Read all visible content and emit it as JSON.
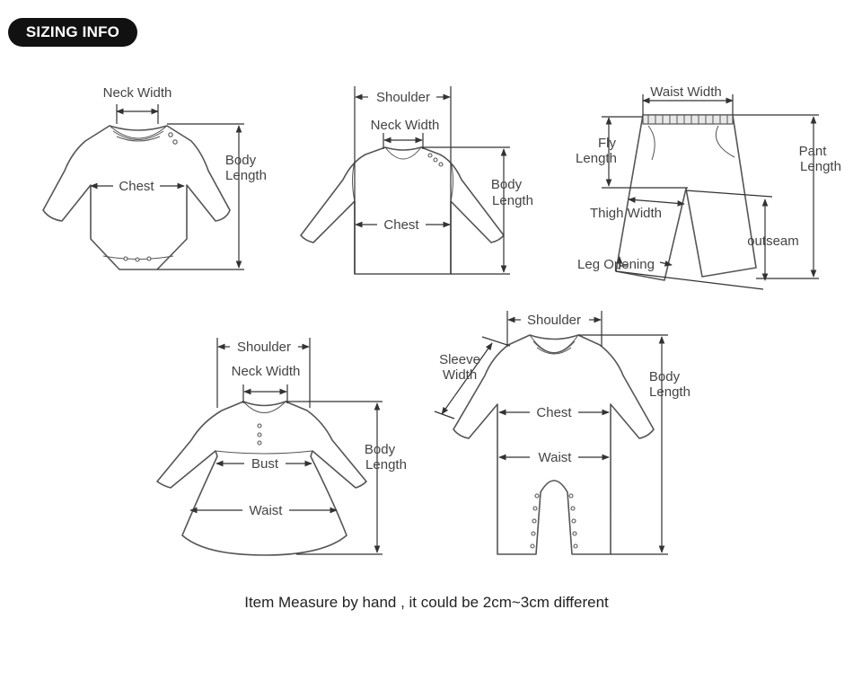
{
  "header": {
    "badge": "SIZING INFO"
  },
  "garments": {
    "bodysuit": {
      "neck_width": "Neck Width",
      "chest": "Chest",
      "body_length_1": "Body",
      "body_length_2": "Length"
    },
    "tshirt": {
      "shoulder": "Shoulder",
      "neck_width": "Neck Width",
      "chest": "Chest",
      "body_length_1": "Body",
      "body_length_2": "Length"
    },
    "pants": {
      "waist_width": "Waist Width",
      "fly_length_1": "Fly",
      "fly_length_2": "Length",
      "pant_length_1": "Pant",
      "pant_length_2": "Length",
      "thigh_width": "Thigh Width",
      "outseam": "outseam",
      "leg_opening": "Leg Opening"
    },
    "dress": {
      "shoulder": "Shoulder",
      "neck_width": "Neck Width",
      "bust": "Bust",
      "waist": "Waist",
      "body_length_1": "Body",
      "body_length_2": "Length"
    },
    "romper": {
      "shoulder": "Shoulder",
      "sleeve_width_1": "Sleeve",
      "sleeve_width_2": "Width",
      "chest": "Chest",
      "waist": "Waist",
      "body_length_1": "Body",
      "body_length_2": "Length"
    }
  },
  "footer": {
    "note": "Item Measure by hand , it could be 2cm~3cm different"
  },
  "colors": {
    "badge_bg": "#111111",
    "line": "#555555",
    "text": "#444444"
  }
}
